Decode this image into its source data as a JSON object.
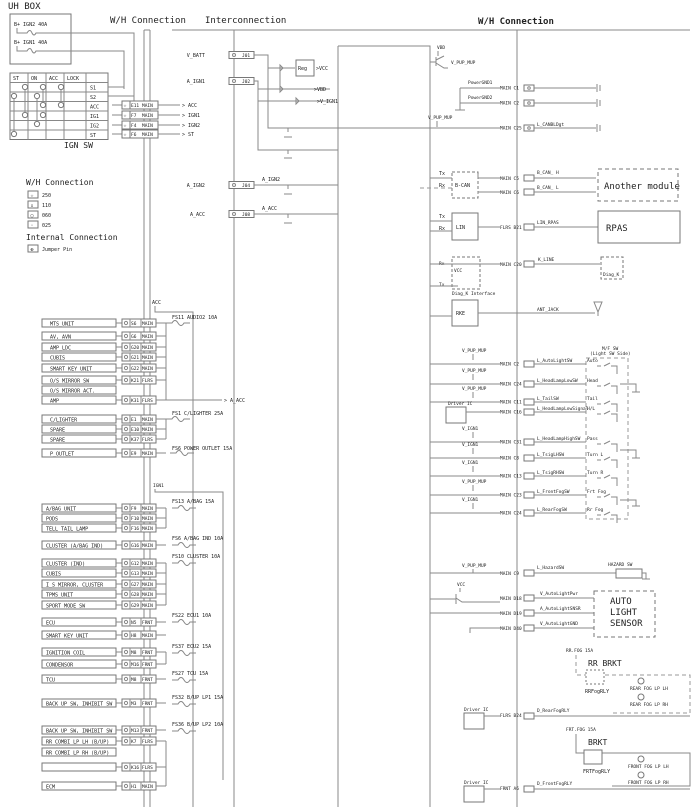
{
  "headers": {
    "uh_box": "UH BOX",
    "wh_connection_left": "W/H Connection",
    "interconnection": "Interconnection",
    "wh_connection_right": "W/H Connection"
  },
  "uh_box": {
    "fuses": [
      {
        "supply": "B+",
        "label": "IGN2 40A"
      },
      {
        "supply": "B+",
        "label": "IGN1 40A"
      }
    ]
  },
  "ign_sw": {
    "title": "IGN SW",
    "columns": [
      "ST",
      "ON",
      "ACC",
      "LOCK",
      ""
    ],
    "rows": [
      "S1",
      "S2",
      "ACC",
      "IG1",
      "IG2",
      "ST"
    ],
    "outputs": [
      {
        "row": "ACC",
        "conn": "E11",
        "harness": "MAIN",
        "signal": "ACC"
      },
      {
        "row": "IG1",
        "conn": "F7",
        "harness": "MAIN",
        "signal": "IGN1"
      },
      {
        "row": "IG2",
        "conn": "F4",
        "harness": "MAIN",
        "signal": "IGN2"
      },
      {
        "row": "ST",
        "conn": "F6",
        "harness": "MAIN",
        "signal": "ST"
      }
    ]
  },
  "legend": {
    "title": "W/H Connection",
    "items": [
      {
        "icon": "star-pin-icon",
        "label": "250"
      },
      {
        "icon": "square-pin-icon",
        "label": "110"
      },
      {
        "icon": "circle-pin-icon",
        "label": "060"
      },
      {
        "icon": "small-circle-pin-icon",
        "label": "025"
      }
    ],
    "internal_title": "Internal Connection",
    "internal_items": [
      {
        "icon": "jumper-pin-icon",
        "label": "Jumper Pin"
      }
    ]
  },
  "interconnection": {
    "inputs": [
      {
        "signal": "V_BATT",
        "conn": "J01"
      },
      {
        "signal": "A_IGN1",
        "conn": "J02"
      },
      {
        "signal": "A_IGN2",
        "conn": "J04",
        "net": "A_IGN2"
      },
      {
        "signal": "A_ACC",
        "conn": "J08",
        "net": "A_ACC"
      }
    ],
    "reg": "Reg",
    "outputs": [
      "VCC",
      "VBD",
      "V_IGN1"
    ]
  },
  "acc_group": {
    "supply": "ACC",
    "output": "A_ACC",
    "fuses": [
      "FS11 AUDIO2 10A",
      "FS1 C/LIGHTER 25A",
      "FS6 POWER OUTLET 15A"
    ],
    "loads": [
      {
        "name": "MTS_UNIT",
        "conn": "S6",
        "harness": "MAIN"
      },
      {
        "name": "AV, AVN",
        "conn": "G6",
        "harness": "MAIN"
      },
      {
        "name": "AMP_LDC",
        "conn": "G20",
        "harness": "MAIN"
      },
      {
        "name": "CUBIS",
        "conn": "G21",
        "harness": "MAIN"
      },
      {
        "name": "SMART KEY UNIT",
        "conn": "G22",
        "harness": "MAIN"
      },
      {
        "name": "O/S MIRROR SW",
        "conn": "K21",
        "harness": "FLRS"
      },
      {
        "name": "O/S MIRROR ACT.",
        "conn": "",
        "harness": ""
      },
      {
        "name": "AMP",
        "conn": "K31",
        "harness": "FLRS"
      },
      {
        "name": "C/LIGHTER",
        "conn": "E1",
        "harness": "MAIN"
      },
      {
        "name": "SPARE",
        "conn": "E10",
        "harness": "MAIN"
      },
      {
        "name": "SPARE",
        "conn": "K37",
        "harness": "FLRS"
      },
      {
        "name": "P_OUTLET",
        "conn": "E9",
        "harness": "MAIN"
      }
    ]
  },
  "ign1_group": {
    "supply": "IGN1",
    "fuses": [
      "FS13 A/BAG 15A",
      "FS6 A/BAG IND 10A",
      "FS10 CLUSTER 10A",
      "FS22 ECU1 10A",
      "FS37 ECU2 15A",
      "FS27 TCU 15A",
      "FS32 B/UP LP1 15A",
      "FS36 B/UP LP2 10A"
    ],
    "loads": [
      {
        "name": "A/BAG UNIT",
        "conn": "F9",
        "harness": "MAIN"
      },
      {
        "name": "PODS",
        "conn": "F10",
        "harness": "MAIN"
      },
      {
        "name": "TELL TAIL LAMP",
        "conn": "F16",
        "harness": "MAIN"
      },
      {
        "name": "CLUSTER (A/BAG IND)",
        "conn": "G16",
        "harness": "MAIN"
      },
      {
        "name": "CLUSTER (IND)",
        "conn": "G12",
        "harness": "MAIN"
      },
      {
        "name": "CUBIS",
        "conn": "G13",
        "harness": "MAIN"
      },
      {
        "name": "I_S MIRROR, CLUSTER",
        "conn": "G27",
        "harness": "MAIN"
      },
      {
        "name": "TPMS_UNIT",
        "conn": "G28",
        "harness": "MAIN"
      },
      {
        "name": "SPORT MODE SW",
        "conn": "G29",
        "harness": "MAIN"
      },
      {
        "name": "ECU",
        "conn": "N5",
        "harness": "FRNT"
      },
      {
        "name": "SMART KEY UNIT",
        "conn": "H8",
        "harness": "MAIN"
      },
      {
        "name": "IGNITION COIL",
        "conn": "M8",
        "harness": "FRNT"
      },
      {
        "name": "CONDENSOR",
        "conn": "M16",
        "harness": "FRNT"
      },
      {
        "name": "TCU",
        "conn": "M8",
        "harness": "FRNT"
      },
      {
        "name": "BACK UP SW, INHIBIT SW",
        "conn": "M3",
        "harness": "FRNT"
      },
      {
        "name": "BACK UP SW, INHIBIT SW",
        "conn": "M13",
        "harness": "FRNT"
      },
      {
        "name": "RR COMBI LP LH (B/UP)",
        "conn": "K7",
        "harness": "FLRS"
      },
      {
        "name": "RR COMBI LP RH (B/UP)",
        "conn": "",
        "harness": ""
      },
      {
        "name": "",
        "conn": "K16",
        "harness": "FLRS"
      },
      {
        "name": "ECM",
        "conn": "H1",
        "harness": "MAIN"
      }
    ]
  },
  "right": {
    "vbd": "VBD",
    "vpup": "V_PUP_MUP",
    "power_gnd": [
      {
        "label": "PowerGND1",
        "conn": "MAIN C1"
      },
      {
        "label": "PowerGND2",
        "conn": "MAIN C2"
      }
    ],
    "canbl": {
      "conn": "MAIN C25",
      "signal": "L_CANBLDgt",
      "pup": "V_PUP_MUP"
    },
    "bcan": {
      "label": "B-CAN",
      "tx": "Tx",
      "rx": "Rx",
      "h": {
        "conn": "MAIN C5",
        "signal": "B_CAN_ H"
      },
      "l": {
        "conn": "MAIN C6",
        "signal": "B_CAN_ L"
      }
    },
    "another_module": "Another module",
    "lin": {
      "label": "LIN",
      "tx": "Tx",
      "rx": "Rx",
      "conn": "FLRS B21",
      "signal": "LIN_RPAS"
    },
    "rpas": "RPAS",
    "kline": {
      "conn": "MAIN C20",
      "signal": "K_LINE",
      "rx": "Rx",
      "tx": "Tx",
      "vcc": "VCC",
      "iface": "Diag_K Interface",
      "diag": "Diag_K"
    },
    "rke": {
      "label": "RKE",
      "signal": "ANT_JACK"
    },
    "mf_sw": {
      "title": "M/F SW",
      "subtitle": "(Light SW Side)"
    },
    "switch_inputs": [
      {
        "pup": "V_PUP_MUP",
        "conn": "MAIN C2",
        "signal": "L_AutoLightSW",
        "pos": "Auto"
      },
      {
        "pup": "V_PUP_MUP",
        "conn": "MAIN C24",
        "signal": "L_HeadLampLowSW",
        "pos": "Head"
      },
      {
        "pup": "V_PUP_MUP",
        "conn": "MAIN C11",
        "signal": "L_TailSW",
        "pos": "Tail"
      },
      {
        "pup": "Driver IC",
        "conn": "MAIN C16",
        "signal": "L_HeadLampLowSignal",
        "pos": "H/L"
      },
      {
        "pup": "V_IGN1",
        "conn": "MAIN C31",
        "signal": "L_HeadLampHighSW",
        "pos": "Pass"
      },
      {
        "pup": "V_IGN1",
        "conn": "MAIN C8",
        "signal": "L_TsigLHSW",
        "pos": "Turn L"
      },
      {
        "pup": "V_IGN1",
        "conn": "MAIN C13",
        "signal": "L_TsigRHSW",
        "pos": "Turn R"
      },
      {
        "pup": "V_PUP_MUP",
        "conn": "MAIN C23",
        "signal": "L_FrontFogSW",
        "pos": "Frt Fog"
      },
      {
        "pup": "V_IGN1",
        "conn": "MAIN C24",
        "signal": "L_RearFogSW",
        "pos": "Rr Fog"
      }
    ],
    "hazard": {
      "pup": "V_PUP_MUP",
      "conn": "MAIN C9",
      "signal": "L_HazardSW",
      "label": "HAZARD SW"
    },
    "auto_light": {
      "vcc": "VCC",
      "title_lines": [
        "AUTO",
        "LIGHT",
        "SENSOR"
      ],
      "pins": [
        {
          "conn": "MAIN D18",
          "signal": "V_AutoLightPwr"
        },
        {
          "conn": "MAIN D19",
          "signal": "A_AutoLightSNSR"
        },
        {
          "conn": "MAIN D40",
          "signal": "V_AutoLightGND"
        }
      ]
    },
    "rear_fog": {
      "fuse": "RR.FOG 15A",
      "brkt": "RR BRKT",
      "relay": "RRFogRLY",
      "lamps": [
        "REAR FOG LP LH",
        "REAR FOG LP RH"
      ],
      "driver": "Driver IC",
      "conn": "FLRS B24",
      "signal": "D_RearFogRLY"
    },
    "front_fog": {
      "fuse": "FRT.FOG 15A",
      "brkt": "BRKT",
      "relay": "FRTFogRLY",
      "lamps": [
        "FRONT FOG LP LH",
        "FRONT FOG LP RH"
      ],
      "driver": "Driver IC",
      "conn": "FRNT A6",
      "signal": "D_FrontFogRLY"
    }
  }
}
